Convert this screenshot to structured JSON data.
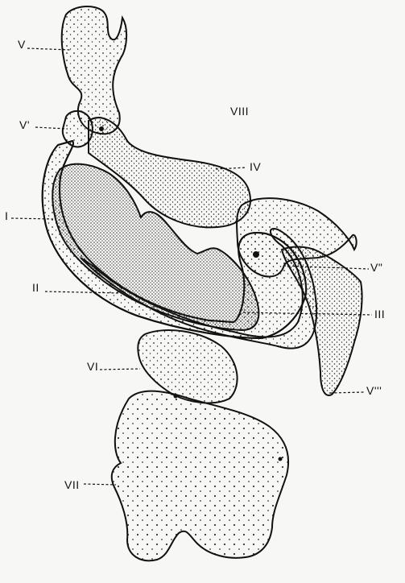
{
  "labels": {
    "V": "V",
    "V_prime": "V'",
    "VIII": "VIII",
    "IV": "IV",
    "I": "I",
    "II": "II",
    "V_double_prime": "V\"",
    "III": "III",
    "VI": "VI",
    "V_triple_prime": "V'''",
    "VII": "VII"
  },
  "colors": {
    "background": "#f7f7f5",
    "outline": "#111111",
    "stipple": "#222222",
    "fill": "#ffffff"
  }
}
